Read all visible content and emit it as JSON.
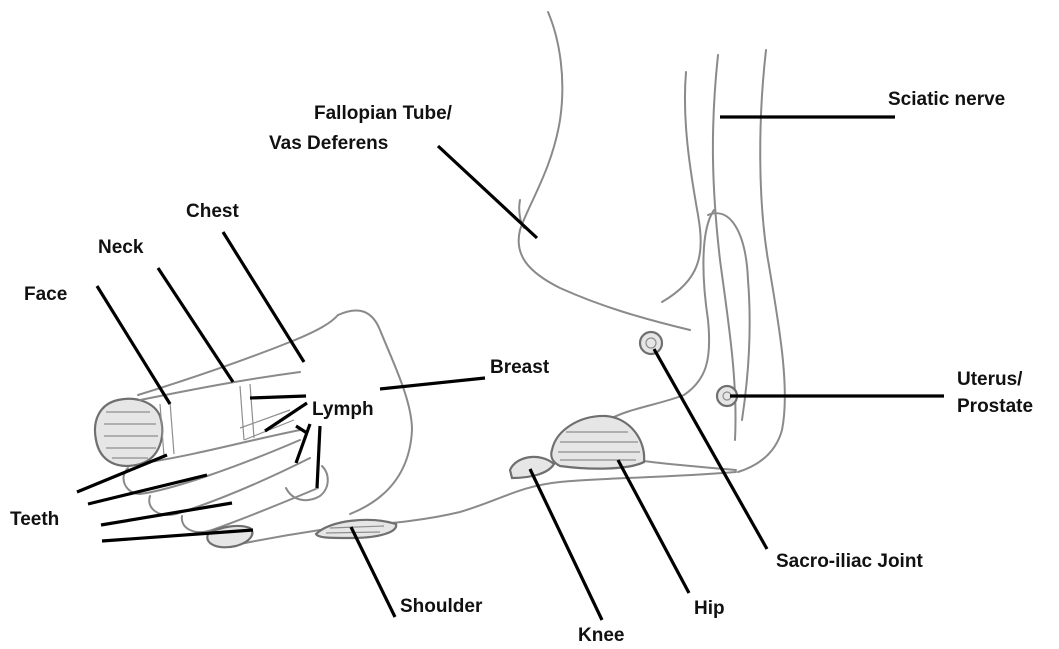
{
  "labels": {
    "fallopian_tube": "Fallopian Tube/",
    "vas_deferens": "Vas Deferens",
    "sciatic_nerve": "Sciatic nerve",
    "chest": "Chest",
    "neck": "Neck",
    "face": "Face",
    "breast": "Breast",
    "lymph": "Lymph",
    "uterus": "Uterus/",
    "prostate": "Prostate",
    "teeth": "Teeth",
    "sacro_iliac": "Sacro-iliac Joint",
    "shoulder": "Shoulder",
    "hip": "Hip",
    "knee": "Knee"
  }
}
